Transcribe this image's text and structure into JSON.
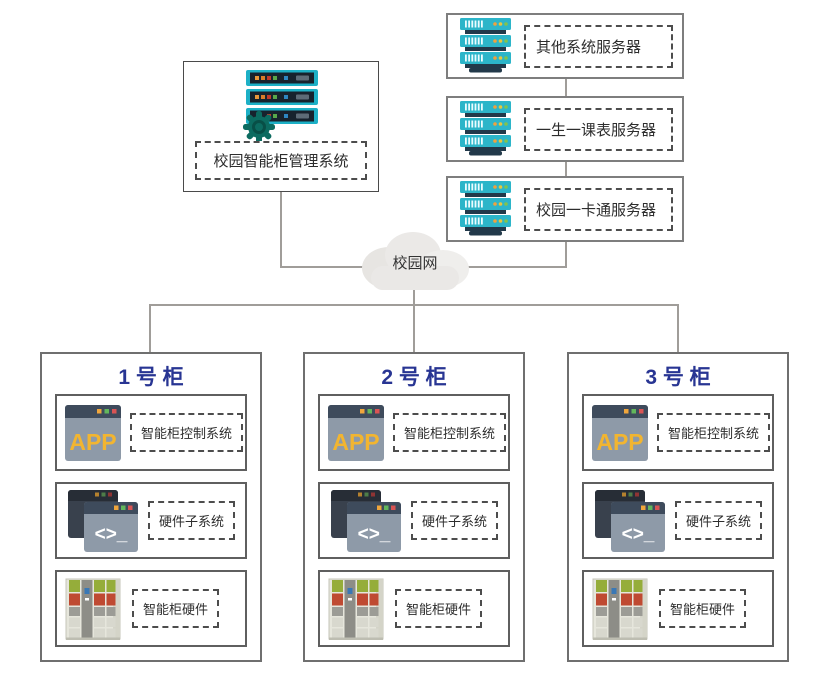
{
  "diagram": {
    "management": {
      "label": "校园智能柜管理系统"
    },
    "servers": [
      {
        "label": "其他系统服务器"
      },
      {
        "label": "一生一课表服务器"
      },
      {
        "label": "校园一卡通服务器"
      }
    ],
    "network": {
      "label": "校园网"
    },
    "icon_texts": {
      "app": "APP",
      "code": "<>_"
    },
    "cabinets": [
      {
        "title": "1 号 柜",
        "items": [
          {
            "label": "智能柜控制系统"
          },
          {
            "label": "硬件子系统"
          },
          {
            "label": "智能柜硬件"
          }
        ]
      },
      {
        "title": "2 号 柜",
        "items": [
          {
            "label": "智能柜控制系统"
          },
          {
            "label": "硬件子系统"
          },
          {
            "label": "智能柜硬件"
          }
        ]
      },
      {
        "title": "3 号 柜",
        "items": [
          {
            "label": "智能柜控制系统"
          },
          {
            "label": "硬件子系统"
          },
          {
            "label": "智能柜硬件"
          }
        ]
      }
    ],
    "colors": {
      "teal_server": "#2cb5c9",
      "navy_server": "#17222d",
      "gear_teal": "#0c6b60",
      "title_blue": "#283593",
      "line_gray": "#a09d99",
      "app_body": "#8e9aa8",
      "app_titlebar": "#3e4b5c",
      "app_text_yellow": "#f2b530",
      "locker_green": "#95ad3a",
      "locker_red": "#bf4a32",
      "cloud_gray": "#e9e7e4",
      "dot_orange": "#f0a63c",
      "dot_green": "#63b75c",
      "dot_red": "#d95454"
    }
  }
}
